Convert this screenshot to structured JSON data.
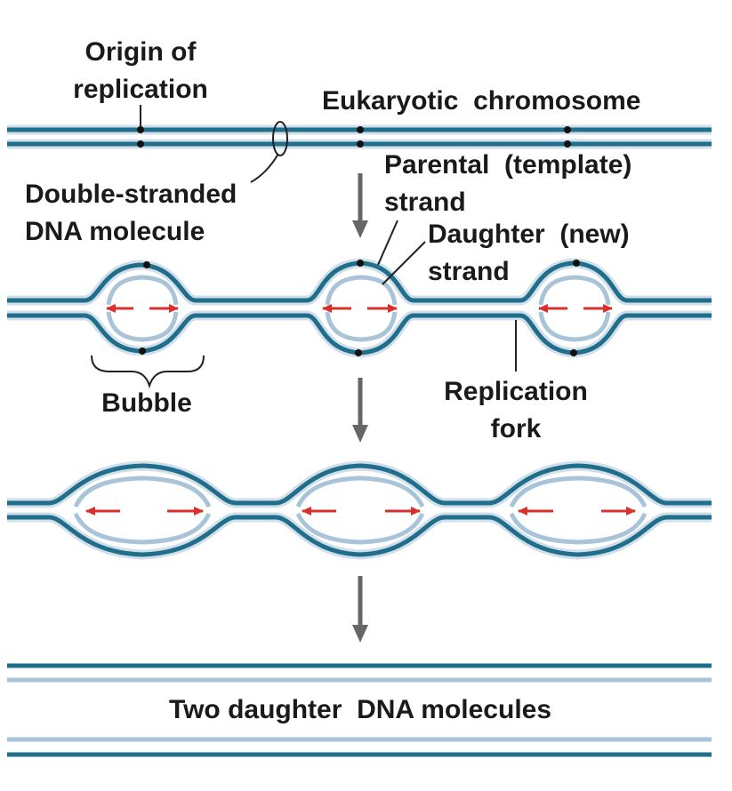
{
  "labels": {
    "origin_line1": "Origin of",
    "origin_line2": "replication",
    "chromosome": "Eukaryotic  chromosome",
    "parental_line1": "Parental  (template)",
    "parental_line2": "strand",
    "dsdna_line1": "Double-stranded",
    "dsdna_line2": "DNA molecule",
    "daughter_line1": "Daughter  (new)",
    "daughter_line2": "strand",
    "bubble": "Bubble",
    "fork_line1": "Replication",
    "fork_line2": "fork",
    "result": "Two daughter  DNA molecules"
  },
  "colors": {
    "parental_strand": "#1f6e8c",
    "daughter_strand": "#a9c4d9",
    "arrow_red": "#d9302c",
    "step_arrow": "#666666",
    "dot": "#111111",
    "leader": "#222222"
  }
}
